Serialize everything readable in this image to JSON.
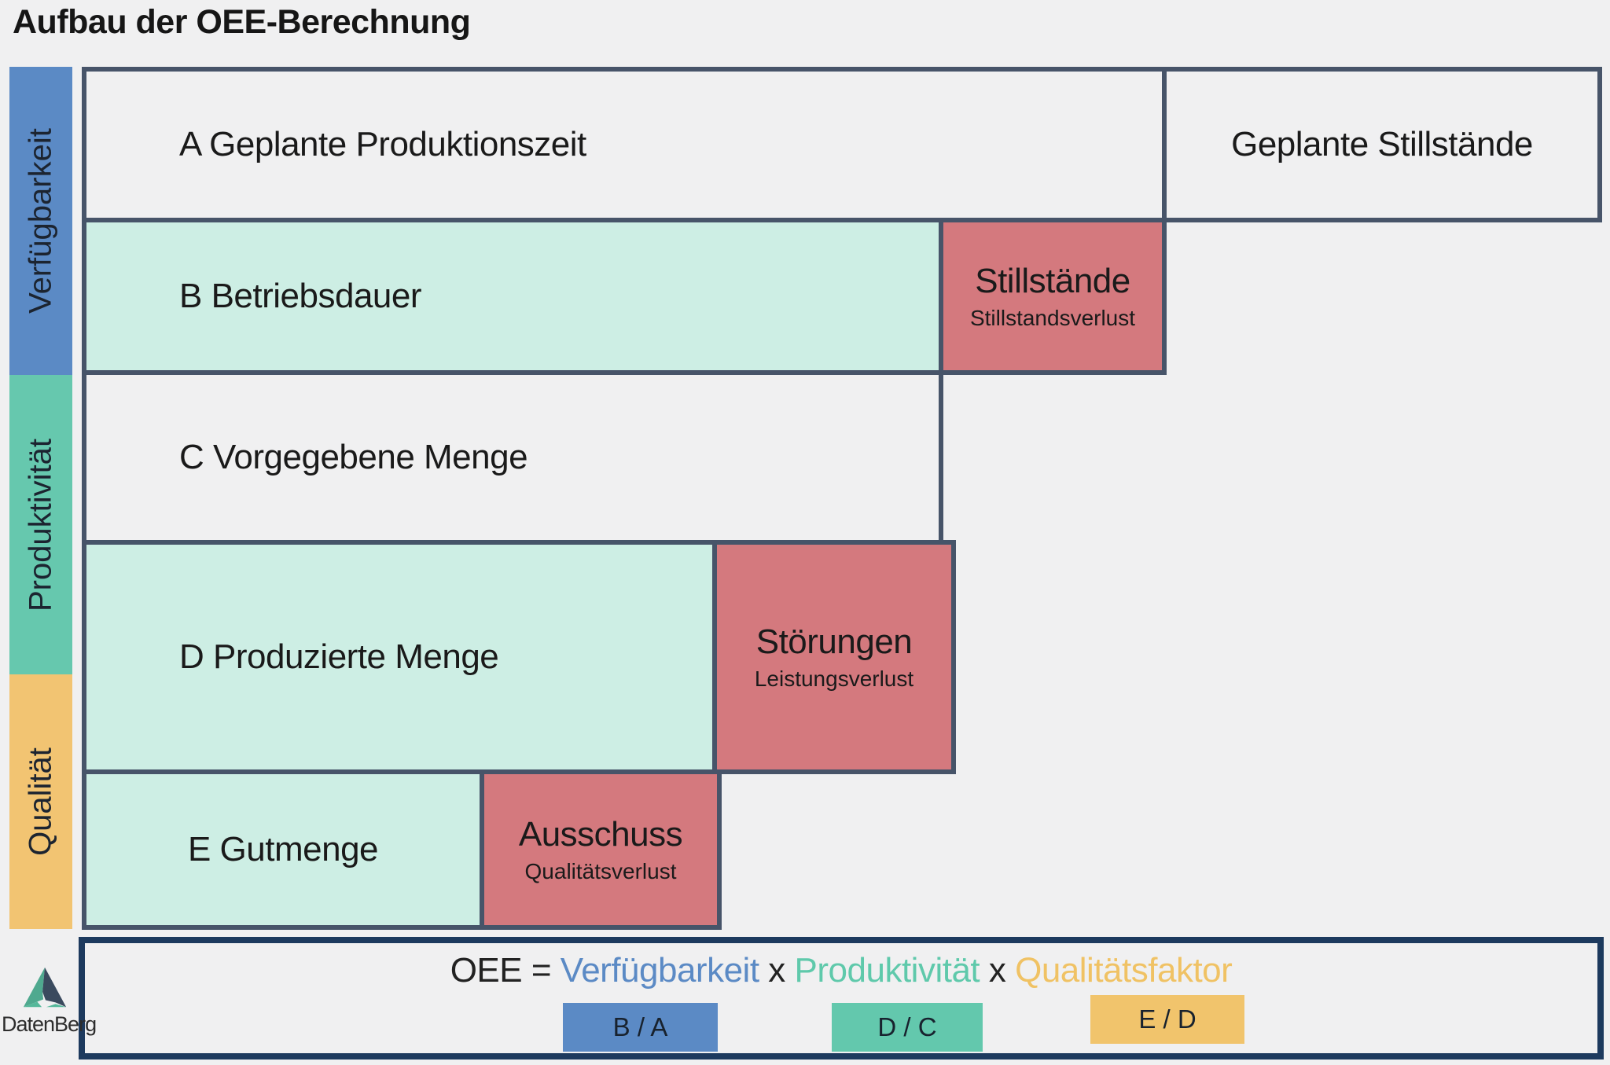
{
  "title": "Aufbau der OEE-Berechnung",
  "colors": {
    "availability_blue": "#5b8ac5",
    "productivity_teal": "#66c8ae",
    "quality_yellow": "#f2c472",
    "good_mint": "#cdeee4",
    "loss_red": "#d4797e",
    "box_border": "#475469",
    "formula_border": "#1d3a5e",
    "background": "#f0f0f1"
  },
  "sidebar": {
    "items": [
      {
        "label": "Verfügbarkeit"
      },
      {
        "label": "Produktivität"
      },
      {
        "label": "Qualität"
      }
    ]
  },
  "diagram": {
    "row_a": {
      "label": "A Geplante Produktionszeit"
    },
    "planned_stops": {
      "label": "Geplante Stillstände"
    },
    "row_b": {
      "label": "B Betriebsdauer"
    },
    "loss_b": {
      "title": "Stillstände",
      "subtitle": "Stillstandsverlust"
    },
    "row_c": {
      "label": "C Vorgegebene Menge"
    },
    "row_d": {
      "label": "D Produzierte Menge"
    },
    "loss_d": {
      "title": "Störungen",
      "subtitle": "Leistungsverlust"
    },
    "row_e": {
      "label": "E Gutmenge"
    },
    "loss_e": {
      "title": "Ausschuss",
      "subtitle": "Qualitätsverlust"
    }
  },
  "formula": {
    "prefix": "OEE =",
    "operator": "x",
    "terms": [
      {
        "label": "Verfügbarkeit",
        "ratio": "B / A"
      },
      {
        "label": "Produktivität",
        "ratio": "D / C"
      },
      {
        "label": "Qualitätsfaktor",
        "ratio": "E / D"
      }
    ]
  },
  "logo": {
    "text": "DatenBerg"
  }
}
